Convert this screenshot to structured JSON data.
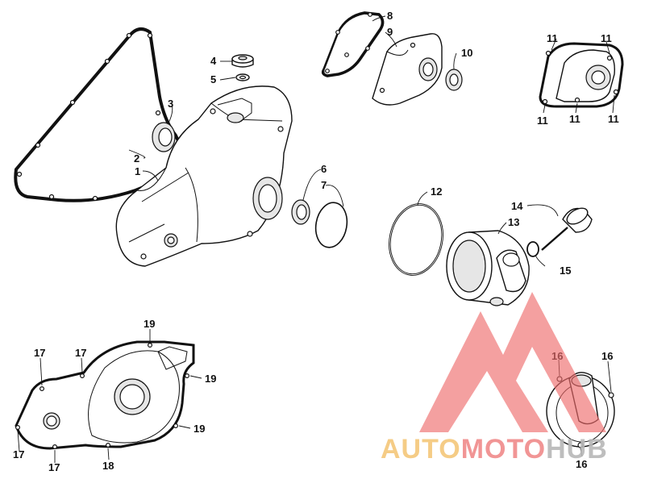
{
  "callouts": {
    "c1": "1",
    "c2": "2",
    "c3": "3",
    "c4": "4",
    "c5": "5",
    "c6": "6",
    "c7": "7",
    "c8": "8",
    "c9": "9",
    "c10": "10",
    "c11": "11",
    "c12": "12",
    "c13": "13",
    "c14": "14",
    "c15": "15",
    "c16": "16",
    "c17": "17",
    "c18": "18",
    "c19": "19"
  },
  "watermark": {
    "part1": "AUTO",
    "part2": "MOTO",
    "part3": "HUB",
    "color_auto": "#f5c77a",
    "color_moto": "#f08a8a",
    "color_hub": "#b8b8b8",
    "logo_color": "#ee6b6b"
  }
}
